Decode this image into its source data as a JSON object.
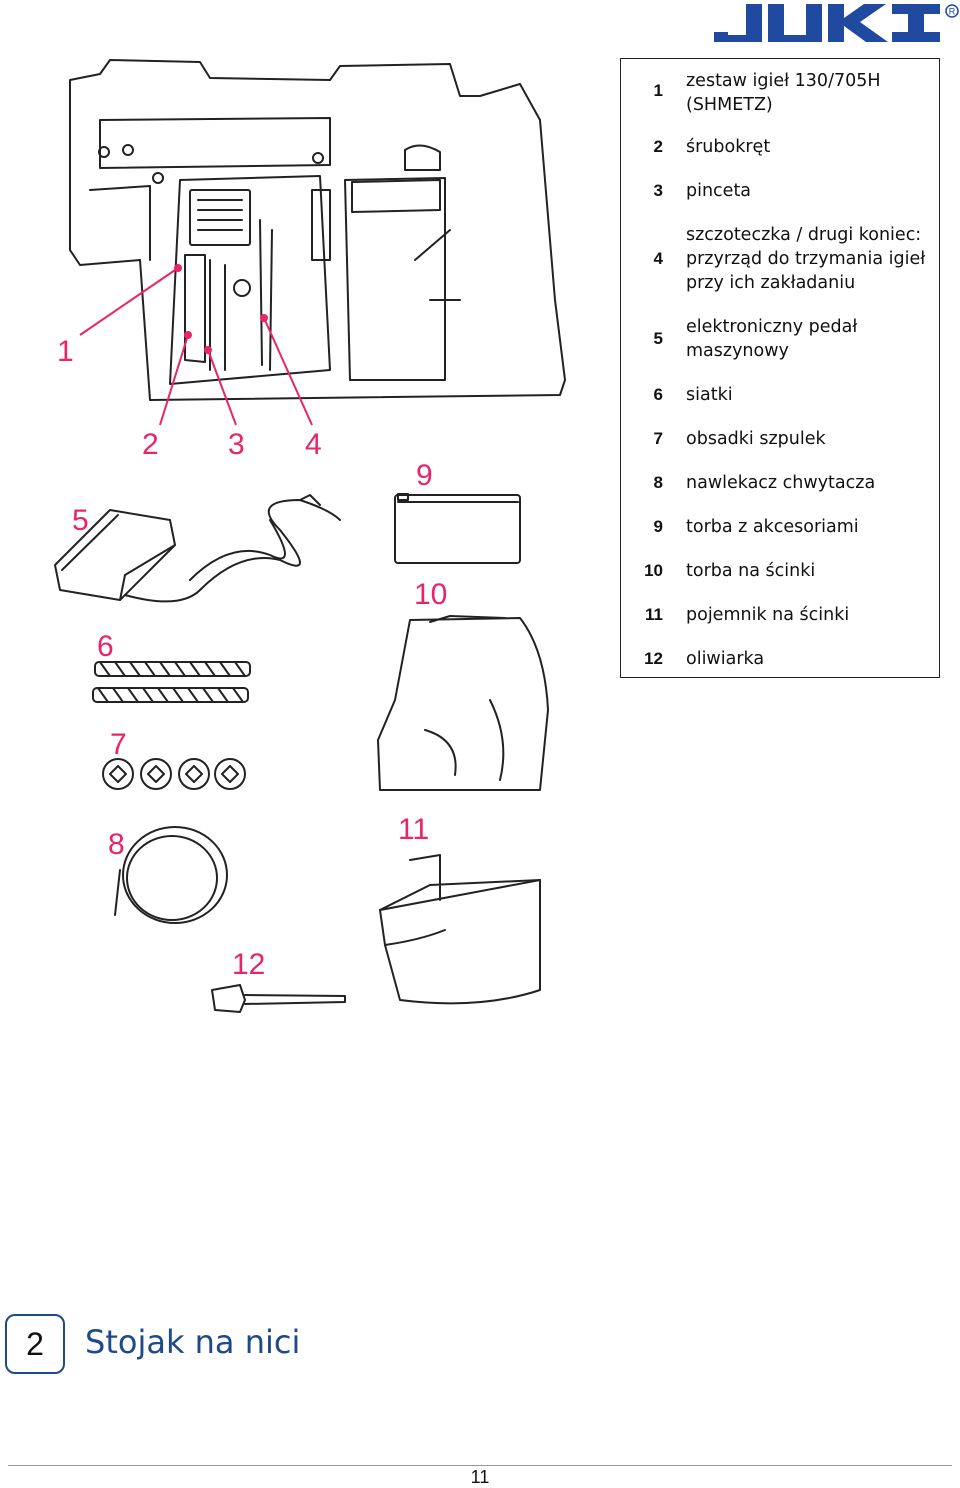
{
  "logo": {
    "name": "JUKI",
    "registered_mark": "®",
    "color": "#1f4aa0"
  },
  "accessories": [
    {
      "num": "1",
      "text": "zestaw igieł 130/705H (SHMETZ)"
    },
    {
      "num": "2",
      "text": "śrubokręt"
    },
    {
      "num": "3",
      "text": "pinceta"
    },
    {
      "num": "4",
      "text": "szczoteczka / drugi koniec: przyrząd do trzymania igieł przy ich zakładaniu"
    },
    {
      "num": "5",
      "text": "elektroniczny pedał maszynowy"
    },
    {
      "num": "6",
      "text": "siatki"
    },
    {
      "num": "7",
      "text": "obsadki szpulek"
    },
    {
      "num": "8",
      "text": "nawlekacz chwytacza"
    },
    {
      "num": "9",
      "text": "torba z akcesoriami"
    },
    {
      "num": "10",
      "text": "torba na ścinki"
    },
    {
      "num": "11",
      "text": "pojemnik na ścinki"
    },
    {
      "num": "12",
      "text": "oliwiarka"
    }
  ],
  "callouts": [
    "1",
    "2",
    "3",
    "4",
    "5",
    "6",
    "7",
    "8",
    "9",
    "10",
    "11",
    "12"
  ],
  "callout_color": "#e8246a",
  "section": {
    "number": "2",
    "title": "Stojak na nici",
    "color": "#1f4a8a"
  },
  "page_number": "11"
}
